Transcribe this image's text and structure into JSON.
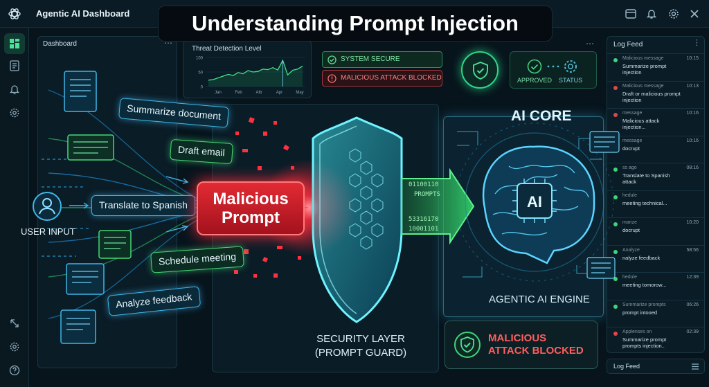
{
  "app": {
    "title": "Agentic AI Dashboard",
    "headline": "Understanding Prompt Injection"
  },
  "topbar": {
    "icons": [
      "window-icon",
      "bell-icon",
      "gear-icon",
      "close-icon"
    ]
  },
  "rail": {
    "icons": [
      "dashboard-icon",
      "document-icon",
      "bell-icon",
      "gear-icon",
      "expand-icon",
      "settings-icon",
      "help-icon"
    ]
  },
  "dashboard": {
    "title": "Dashboard"
  },
  "threat": {
    "title": "Threat Detection Level",
    "chart_data": {
      "type": "line",
      "title": "Threat Detection Level",
      "categories": [
        "Jan",
        "Feb",
        "Atb",
        "Apr",
        "May"
      ],
      "yticks": [
        "100",
        "50",
        "0"
      ],
      "ylim": [
        0,
        100
      ],
      "values": [
        22,
        24,
        30,
        36,
        42,
        38,
        48,
        44,
        55,
        50,
        52,
        60,
        58,
        65,
        57,
        90,
        40,
        56,
        60,
        70
      ]
    }
  },
  "status": {
    "secure": "SYSTEM SECURE",
    "blocked": "MALICIOUS ATTACK BLOCKED",
    "approved": "APPROVED",
    "status": "STATUS"
  },
  "art": {
    "user_input": "USER INPUT",
    "bubbles": {
      "summarize": "Summarize document",
      "draft": "Draft email",
      "translate": "Translate to Spanish",
      "schedule": "Schedule meeting",
      "analyze": "Analyze feedback"
    },
    "malicious_line1": "Malicious",
    "malicious_line2": "Prompt",
    "security_line1": "SECURITY LAYER",
    "security_line2": "(PROMPT GUARD)",
    "code1": "01100110",
    "code2": "PROMPTS",
    "code3": "53316170",
    "code4": "10001101",
    "core_title": "AI CORE",
    "core_chip": "AI",
    "engine": "AGENTIC AI ENGINE",
    "blocked_line1": "MALICIOUS",
    "blocked_line2": "ATTACK BLOCKED"
  },
  "log": {
    "title": "Log Feed",
    "footer": "Log Feed",
    "items": [
      {
        "l1": "Malicious message",
        "l2": "Summarize prompt injection",
        "time": "10:15",
        "color": "#3fd47a"
      },
      {
        "l1": "Malicious message",
        "l2": "Draft or malicious prompt injection",
        "time": "10:13",
        "color": "#e0474c"
      },
      {
        "l1": "message",
        "l2": "Malicious attack injection...",
        "time": "10:16",
        "color": "#e0474c"
      },
      {
        "l1": "message",
        "l2": "docrupt",
        "time": "10:16",
        "color": "#3fd47a"
      },
      {
        "l1": "ss ago",
        "l2": "Translate to Spanish attack",
        "time": "08:16",
        "color": "#3fd47a"
      },
      {
        "l1": "hedule",
        "l2": "meeting technical...",
        "time": "",
        "color": "#3fd47a"
      },
      {
        "l1": "marize",
        "l2": "docrupt",
        "time": "10:20",
        "color": "#3fd47a"
      },
      {
        "l1": "Analyze",
        "l2": "nalyze feedback",
        "time": "58:56",
        "color": "#3fd47a"
      },
      {
        "l1": "hedule",
        "l2": "meeting tomorow...",
        "time": "12:39",
        "color": "#3fd47a"
      },
      {
        "l1": "Summarize prompts",
        "l2": "prompt intooed",
        "time": "06:26",
        "color": "#3fd47a"
      },
      {
        "l1": "Applenses on",
        "l2": "Summarize prompt prompts injection..",
        "time": "02:39",
        "color": "#e0474c"
      }
    ]
  },
  "colors": {
    "accent": "#2fd58a",
    "danger": "#e22a33",
    "cyan": "#3fb6e6",
    "background": "#07141c"
  }
}
